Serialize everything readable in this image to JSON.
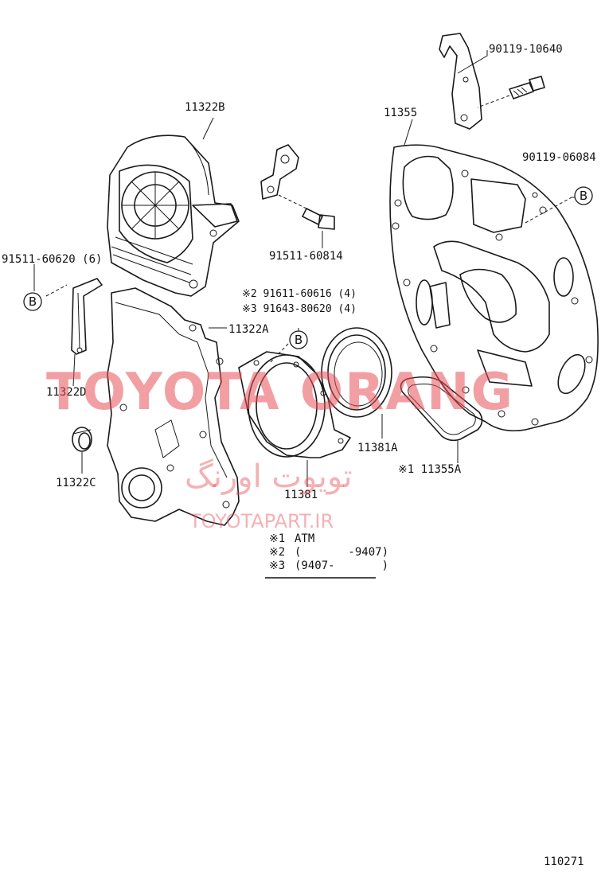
{
  "callouts": {
    "c1": "11322B",
    "c2": "90119-10640",
    "c3": "11355",
    "c4": "90119-06084",
    "c5": "91511-60620 (6)",
    "c6": "91511-60814",
    "c7": "※2 91611-60616 (4)",
    "c8": "※3 91643-80620 (4)",
    "c9": "11322A",
    "c10": "11322D",
    "c11": "11381A",
    "c12": "※1 11355A",
    "c13": "11322C",
    "c14": "11381"
  },
  "ref_marker": "B",
  "notes": [
    {
      "mark": "※1",
      "text": "ATM"
    },
    {
      "mark": "※2",
      "text": "(       -9407)"
    },
    {
      "mark": "※3",
      "text": "(9407-       )"
    }
  ],
  "watermark": {
    "brand": "TOYOTA ORANG",
    "persian": "تویوت اورنگ",
    "url": "TOYOTAPART.IR"
  },
  "figure_number": "110271"
}
